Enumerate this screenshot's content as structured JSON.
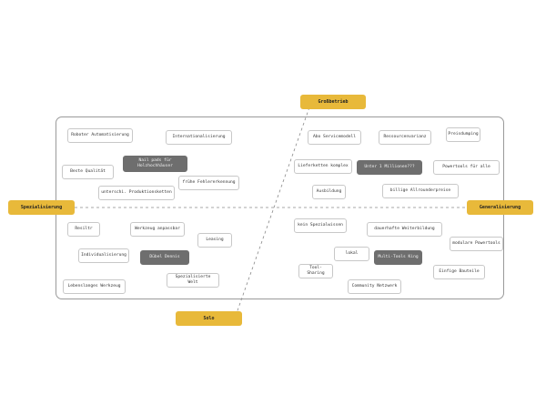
{
  "axes": {
    "top": "Großbetrieb",
    "bottom": "Solo",
    "left": "Spezialisierung",
    "right": "Generalisierung"
  },
  "notes": [
    {
      "id": "n1",
      "text": "Roboter Automatisierung",
      "dark": false
    },
    {
      "id": "n2",
      "text": "Internationalisierung",
      "dark": false
    },
    {
      "id": "n3",
      "text": "Abo Servicemodell",
      "dark": false
    },
    {
      "id": "n4",
      "text": "Ressourcenvarianz",
      "dark": false
    },
    {
      "id": "n5",
      "text": "Preisdumping",
      "dark": false
    },
    {
      "id": "n6",
      "text": "Nail pads für Holzhochhäuser",
      "dark": true
    },
    {
      "id": "n7",
      "text": "Beste Qualität",
      "dark": false
    },
    {
      "id": "n8",
      "text": "Lieferketten komplex",
      "dark": false
    },
    {
      "id": "n9",
      "text": "Unter 1 Millionen???",
      "dark": true
    },
    {
      "id": "n10",
      "text": "Powertools für alle",
      "dark": false
    },
    {
      "id": "n11",
      "text": "frühe Fehlererkennung",
      "dark": false
    },
    {
      "id": "n12",
      "text": "unterschi. Produktionsketten",
      "dark": false
    },
    {
      "id": "n13",
      "text": "Ausbildung",
      "dark": false
    },
    {
      "id": "n14",
      "text": "billige Allrounderpreise",
      "dark": false
    },
    {
      "id": "n15",
      "text": "Resiltr",
      "dark": false
    },
    {
      "id": "n16",
      "text": "Werkzeug anpassbar",
      "dark": false
    },
    {
      "id": "n17",
      "text": "kein Spezialwissen",
      "dark": false
    },
    {
      "id": "n18",
      "text": "dauerhafte Weiterbildung",
      "dark": false
    },
    {
      "id": "n19",
      "text": "Leasing",
      "dark": false
    },
    {
      "id": "n20",
      "text": "modulare Powertools",
      "dark": false
    },
    {
      "id": "n21",
      "text": "Individualisierung",
      "dark": false
    },
    {
      "id": "n22",
      "text": "Dübel Dennis",
      "dark": true
    },
    {
      "id": "n23",
      "text": "lokal",
      "dark": false
    },
    {
      "id": "n24",
      "text": "Multi-Tools King",
      "dark": true
    },
    {
      "id": "n25",
      "text": "Tool-Sharing",
      "dark": false
    },
    {
      "id": "n26",
      "text": "Einfige Bauteile",
      "dark": false
    },
    {
      "id": "n27",
      "text": "Spezialisierte Welt",
      "dark": false
    },
    {
      "id": "n28",
      "text": "Lebenslanges Werkzeug",
      "dark": false
    },
    {
      "id": "n29",
      "text": "Community Netzwerk",
      "dark": false
    }
  ]
}
